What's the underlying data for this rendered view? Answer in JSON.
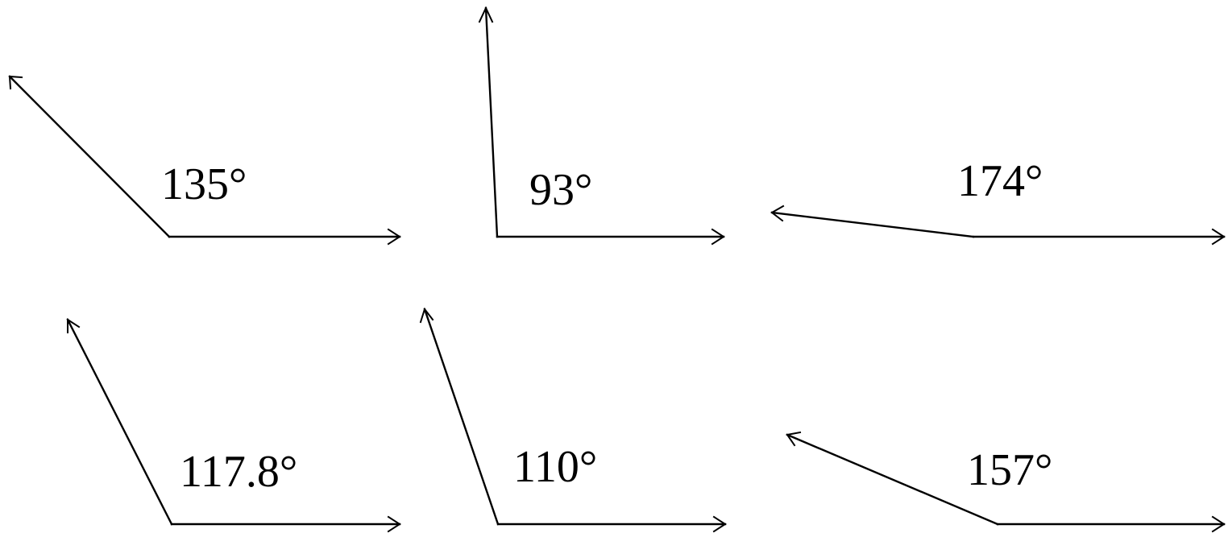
{
  "angles": [
    {
      "label": "135°",
      "degrees": 135
    },
    {
      "label": "93°",
      "degrees": 93
    },
    {
      "label": "174°",
      "degrees": 174
    },
    {
      "label": "117.8°",
      "degrees": 117.8
    },
    {
      "label": "110°",
      "degrees": 110
    },
    {
      "label": "157°",
      "degrees": 157
    }
  ],
  "colors": {
    "stroke": "#000000",
    "background": "#ffffff"
  }
}
